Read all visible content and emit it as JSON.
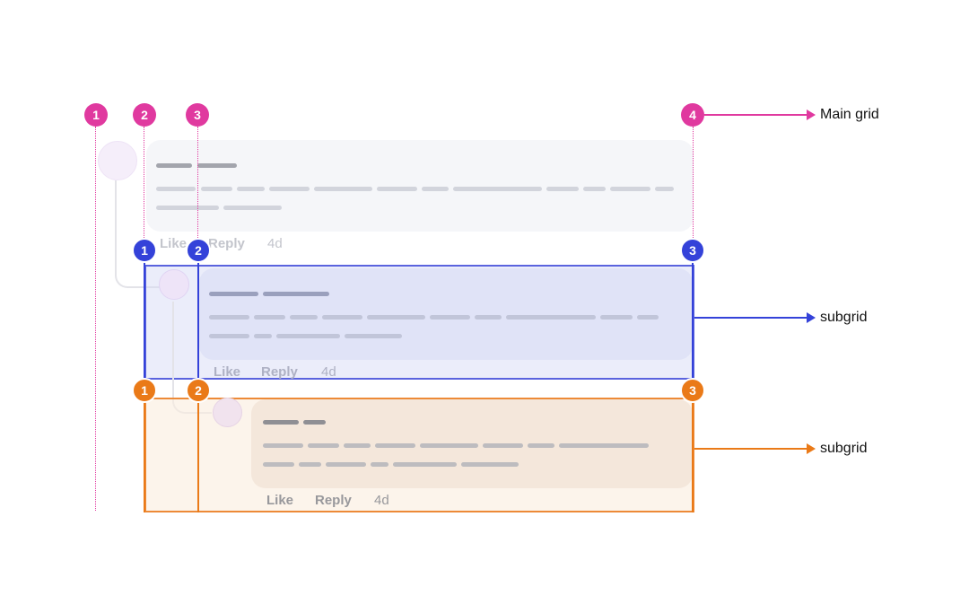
{
  "colors": {
    "main_grid": "#e0399f",
    "subgrid_blue": "#3442d9",
    "subgrid_orange": "#ea7a18"
  },
  "main_grid": {
    "label": "Main grid",
    "lines": [
      "1",
      "2",
      "3",
      "4"
    ]
  },
  "subgrids": [
    {
      "label": "subgrid",
      "lines": [
        "1",
        "2",
        "3"
      ]
    },
    {
      "label": "subgrid",
      "lines": [
        "1",
        "2",
        "3"
      ]
    }
  ],
  "comments": [
    {
      "actions": {
        "like": "Like",
        "reply": "Reply",
        "time": "4d"
      }
    },
    {
      "actions": {
        "like": "Like",
        "reply": "Reply",
        "time": "4d"
      }
    },
    {
      "actions": {
        "like": "Like",
        "reply": "Reply",
        "time": "4d"
      }
    }
  ]
}
